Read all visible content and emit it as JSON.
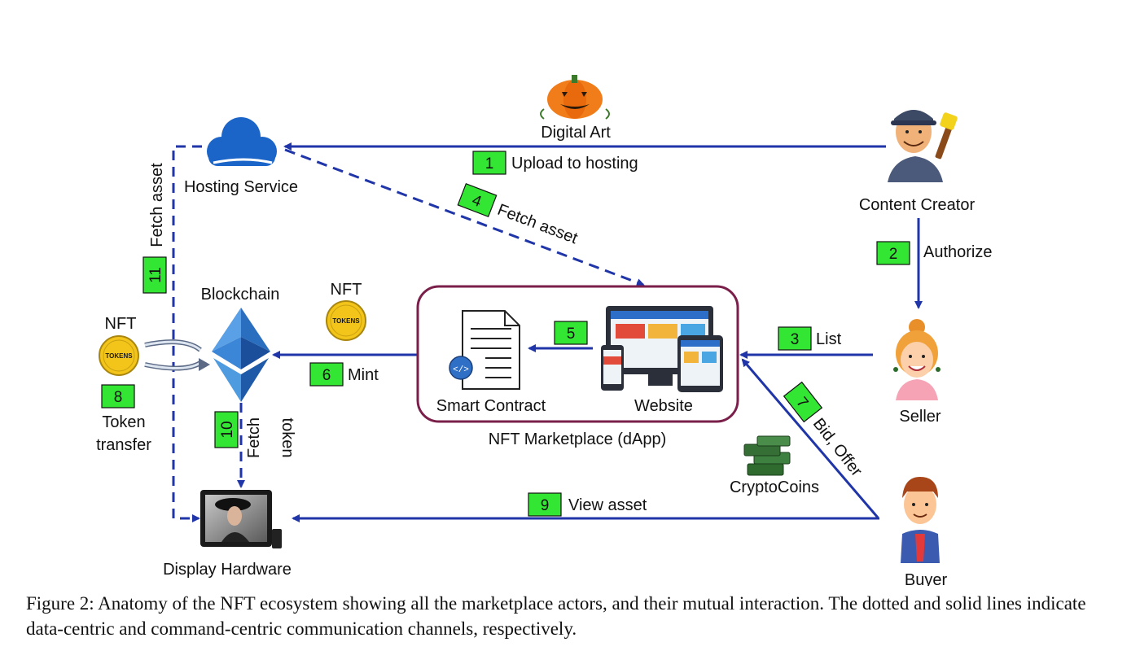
{
  "actors": {
    "hosting": "Hosting Service",
    "creator": "Content Creator",
    "seller": "Seller",
    "buyer": "Buyer",
    "blockchain": "Blockchain",
    "display": "Display Hardware",
    "marketplace": "NFT Marketplace (dApp)",
    "smart_contract": "Smart Contract",
    "website": "Website",
    "cryptocoins": "CryptoCoins",
    "digital_art": "Digital Art"
  },
  "nft_labels": {
    "left": "NFT",
    "middle": "NFT"
  },
  "token_badge": "TOKENS",
  "steps": {
    "s1": {
      "num": "1",
      "text": "Upload to hosting"
    },
    "s2": {
      "num": "2",
      "text": "Authorize"
    },
    "s3": {
      "num": "3",
      "text": "List"
    },
    "s4": {
      "num": "4",
      "text": "Fetch asset"
    },
    "s5": {
      "num": "5",
      "text": ""
    },
    "s6": {
      "num": "6",
      "text": "Mint"
    },
    "s7": {
      "num": "7",
      "text": "Bid, Offer"
    },
    "s8": {
      "num": "8",
      "line1": "Token",
      "line2": "transfer"
    },
    "s9": {
      "num": "9",
      "text": "View asset"
    },
    "s10": {
      "num": "10",
      "line1": "Fetch",
      "line2": "token"
    },
    "s11": {
      "num": "11",
      "text": "Fetch asset"
    }
  },
  "colors": {
    "arrow": "#1f35a8",
    "step_fill": "#33e633",
    "marketplace_border": "#7a1f4a",
    "eth_dark": "#1b4f9c",
    "eth_light": "#4f9be0",
    "token_gold": "#f3c419"
  },
  "caption": "Figure 2: Anatomy of the NFT ecosystem showing all the marketplace actors, and their mutual interaction. The dotted and solid lines indicate data-centric and command-centric communication channels, respectively."
}
